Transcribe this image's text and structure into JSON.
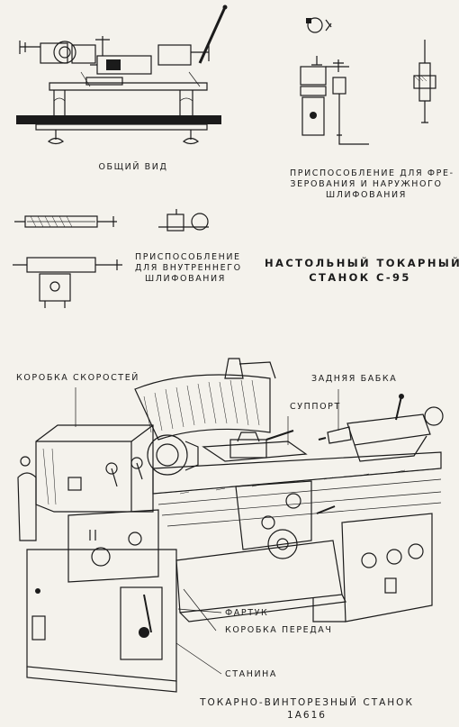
{
  "top": {
    "general_view": "ОБЩИЙ ВИД",
    "milling_fixture": [
      "ПРИСПОСОБЛЕНИЕ ДЛЯ ФРЕ-",
      "ЗЕРОВАНИЯ И НАРУЖНОГО",
      "ШЛИФОВАНИЯ"
    ],
    "internal_fixture": [
      "ПРИСПОСОБЛЕНИЕ",
      "ДЛЯ ВНУТРЕННЕГО",
      "ШЛИФОВАНИЯ"
    ],
    "title": [
      "НАСТОЛЬНЫЙ ТОКАРНЫЙ",
      "СТАНОК С-95"
    ]
  },
  "bottom": {
    "headstock": "КОРОБКА СКОРОСТЕЙ",
    "tailstock": "ЗАДНЯЯ БАБКА",
    "carriage": "СУППОРТ",
    "apron": "ФАРТУК",
    "gearbox": "КОРОБКА ПЕРЕДАЧ",
    "bed": "СТАНИНА",
    "title": [
      "ТОКАРНО-ВИНТОРЕЗНЫЙ СТАНОК",
      "1А616"
    ]
  },
  "colors": {
    "ink": "#1b1b1b",
    "paper": "#f4f2ec"
  }
}
